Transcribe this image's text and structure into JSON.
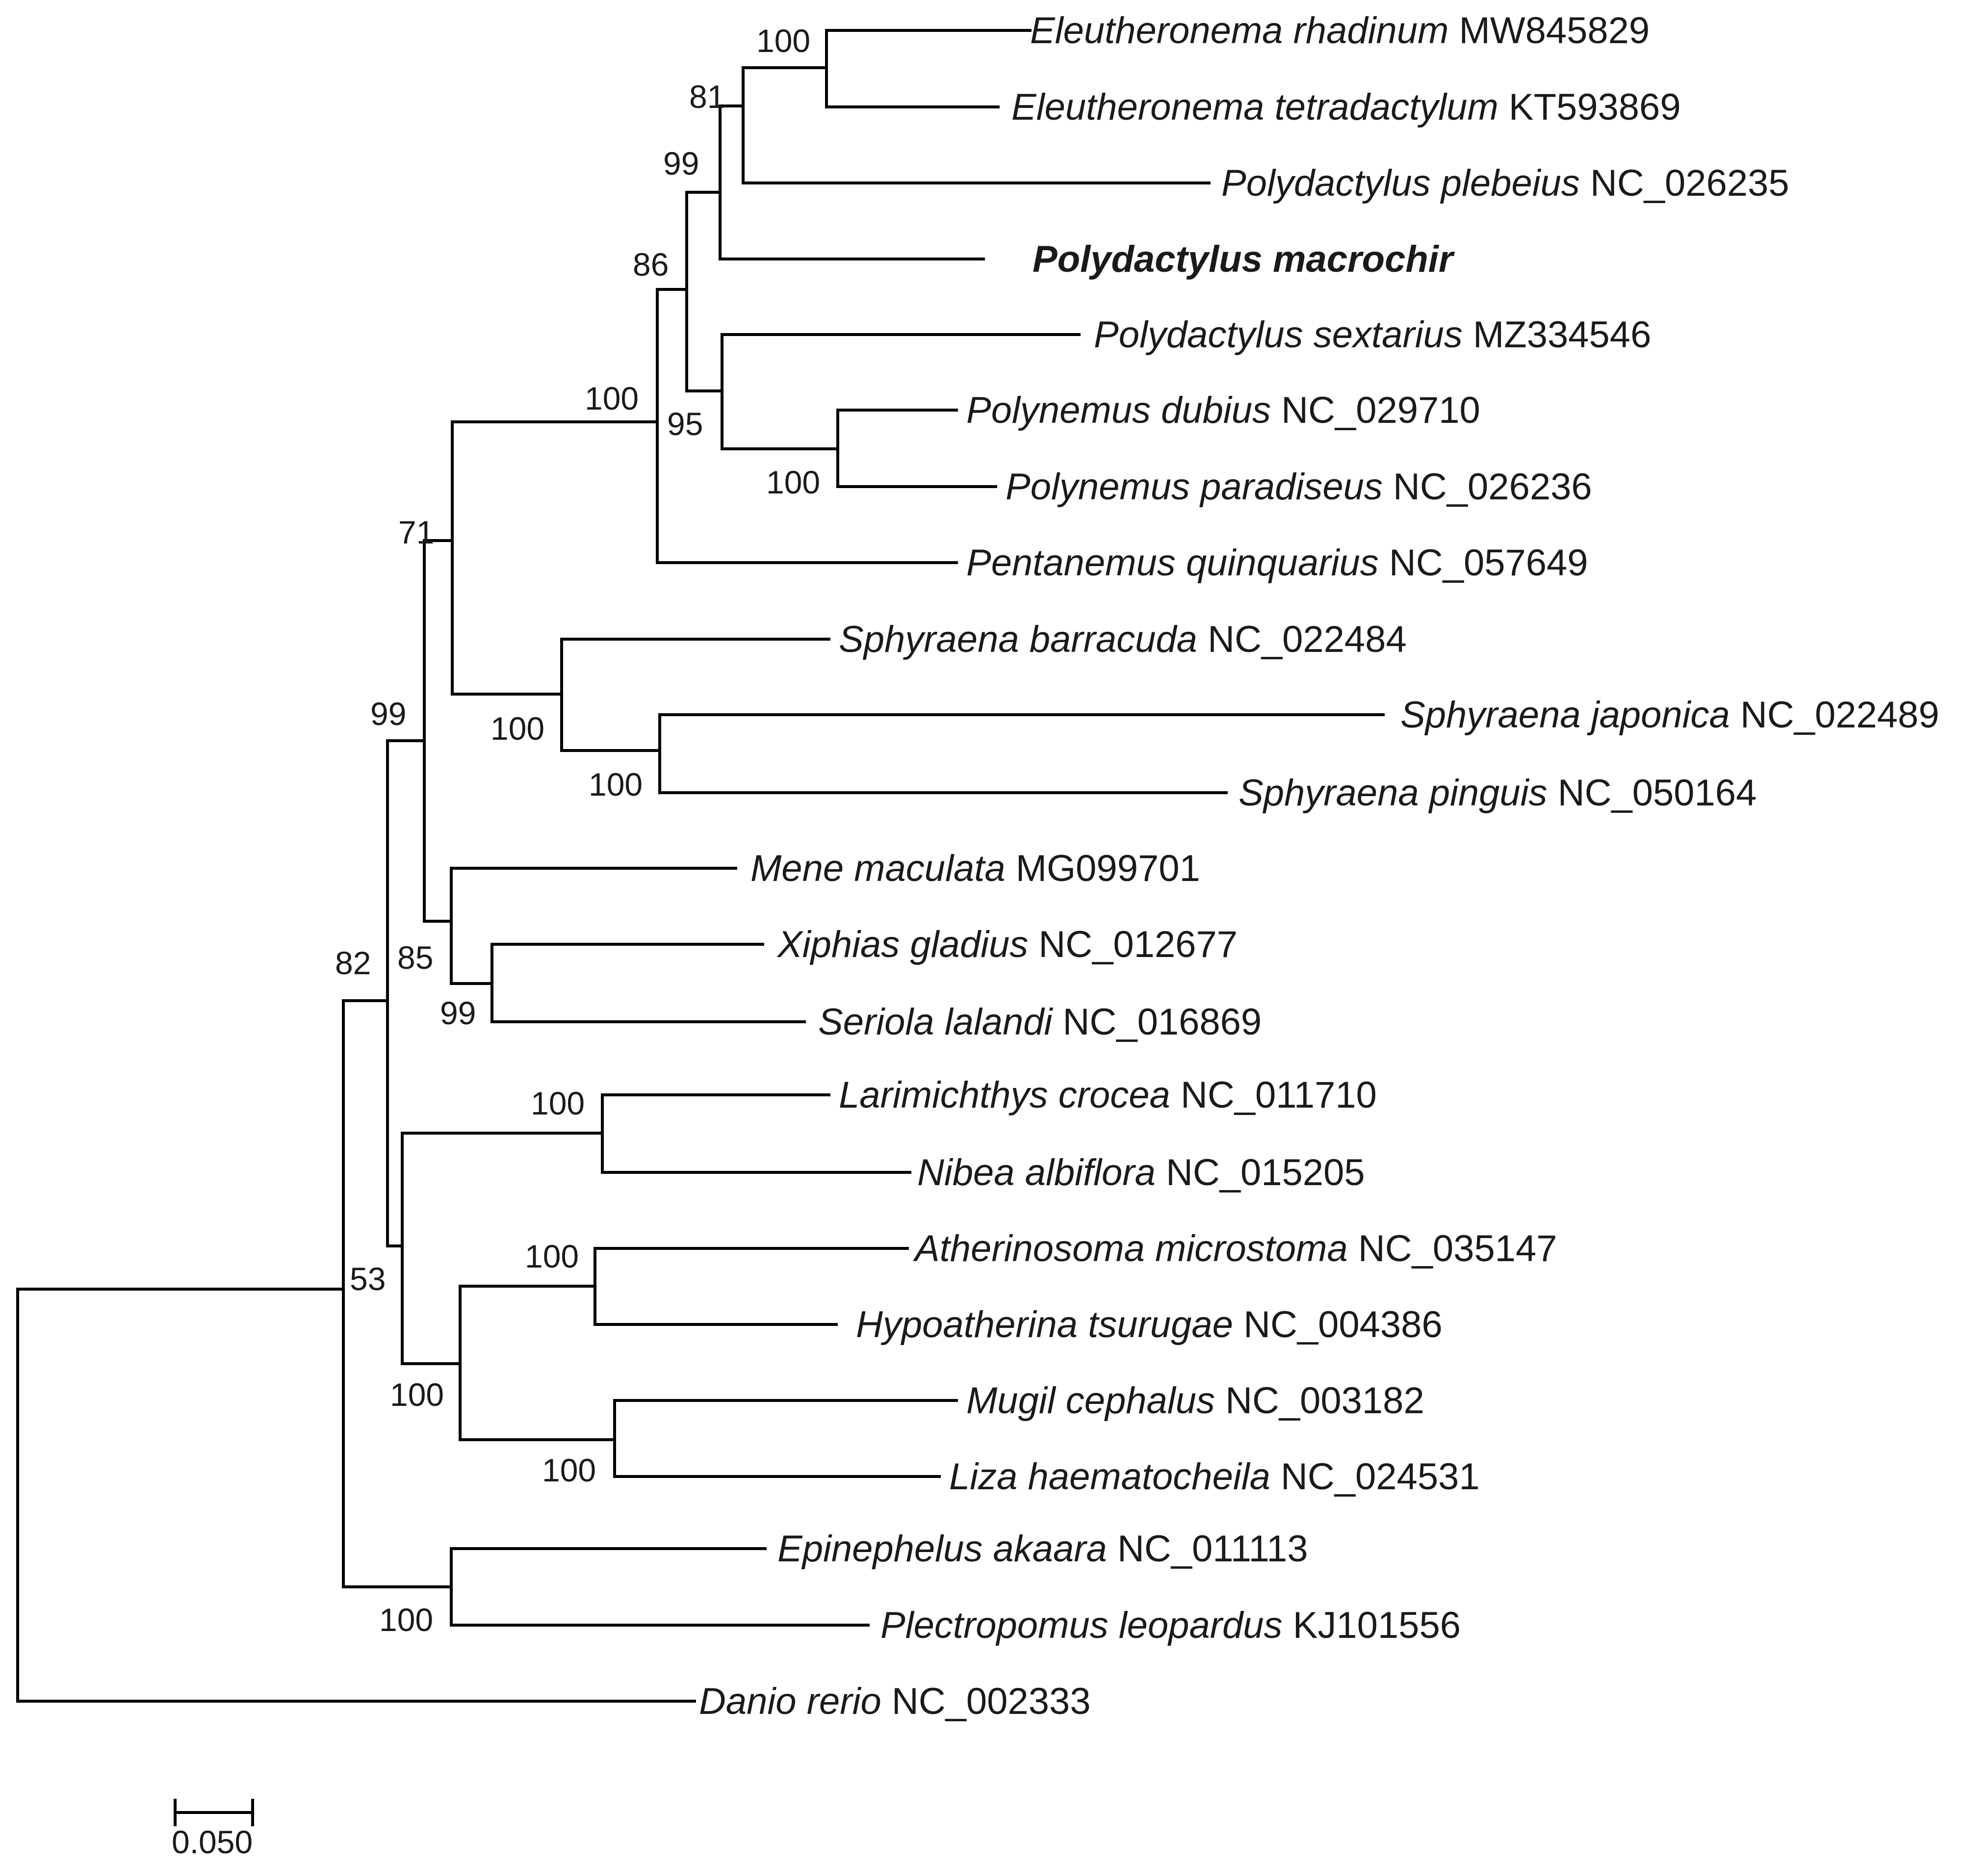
{
  "tree": {
    "type": "phylogenetic_tree",
    "scale_bar": {
      "label": "0.050"
    },
    "taxa": [
      {
        "id": "t1",
        "species": "Eleutheronema rhadinum",
        "accession": "MW845829",
        "bold": false
      },
      {
        "id": "t2",
        "species": "Eleutheronema tetradactylum",
        "accession": "KT593869",
        "bold": false
      },
      {
        "id": "t3",
        "species": "Polydactylus plebeius",
        "accession": "NC_026235",
        "bold": false
      },
      {
        "id": "t4",
        "species": "Polydactylus macrochir",
        "accession": "",
        "bold": true
      },
      {
        "id": "t5",
        "species": "Polydactylus sextarius",
        "accession": "MZ334546",
        "bold": false
      },
      {
        "id": "t6",
        "species": "Polynemus dubius",
        "accession": "NC_029710",
        "bold": false
      },
      {
        "id": "t7",
        "species": "Polynemus paradiseus",
        "accession": "NC_026236",
        "bold": false
      },
      {
        "id": "t8",
        "species": "Pentanemus quinquarius",
        "accession": "NC_057649",
        "bold": false
      },
      {
        "id": "t9",
        "species": "Sphyraena barracuda",
        "accession": "NC_022484",
        "bold": false
      },
      {
        "id": "t10",
        "species": "Sphyraena japonica",
        "accession": "NC_022489",
        "bold": false
      },
      {
        "id": "t11",
        "species": "Sphyraena pinguis",
        "accession": "NC_050164",
        "bold": false
      },
      {
        "id": "t12",
        "species": "Mene maculata",
        "accession": "MG099701",
        "bold": false
      },
      {
        "id": "t13",
        "species": "Xiphias gladius",
        "accession": "NC_012677",
        "bold": false
      },
      {
        "id": "t14",
        "species": "Seriola lalandi",
        "accession": "NC_016869",
        "bold": false
      },
      {
        "id": "t15",
        "species": "Larimichthys crocea",
        "accession": "NC_011710",
        "bold": false
      },
      {
        "id": "t16",
        "species": "Nibea albiflora",
        "accession": "NC_015205",
        "bold": false
      },
      {
        "id": "t17",
        "species": "Atherinosoma microstoma",
        "accession": "NC_035147",
        "bold": false
      },
      {
        "id": "t18",
        "species": "Hypoatherina tsurugae",
        "accession": "NC_004386",
        "bold": false
      },
      {
        "id": "t19",
        "species": "Mugil cephalus",
        "accession": "NC_003182",
        "bold": false
      },
      {
        "id": "t20",
        "species": "Liza haematocheila",
        "accession": "NC_024531",
        "bold": false
      },
      {
        "id": "t21",
        "species": "Epinephelus akaara",
        "accession": "NC_011113",
        "bold": false
      },
      {
        "id": "t22",
        "species": "Plectropomus leopardus",
        "accession": "KJ101556",
        "bold": false
      },
      {
        "id": "t23",
        "species": "Danio rerio",
        "accession": "NC_002333",
        "bold": false
      }
    ],
    "bootstrap": [
      {
        "node": "eleutheronema",
        "value": "100"
      },
      {
        "node": "eleu_plebeius",
        "value": "81"
      },
      {
        "node": "with_macrochir",
        "value": "99"
      },
      {
        "node": "polydactylus_polynemus",
        "value": "86"
      },
      {
        "node": "sextarius_polynemus",
        "value": "95"
      },
      {
        "node": "polynemus",
        "value": "100"
      },
      {
        "node": "polynemidae",
        "value": "100"
      },
      {
        "node": "polynemidae_sphyraena",
        "value": "71"
      },
      {
        "node": "sphyraena",
        "value": "100"
      },
      {
        "node": "sphyraena_jp",
        "value": "100"
      },
      {
        "node": "ingroup_top",
        "value": "99"
      },
      {
        "node": "mene_group",
        "value": "85"
      },
      {
        "node": "xiphias_seriola",
        "value": "99"
      },
      {
        "node": "sciaenidae",
        "value": "100"
      },
      {
        "node": "percomorph",
        "value": "82"
      },
      {
        "node": "sciaenid_athermugil",
        "value": "53"
      },
      {
        "node": "atherinidae",
        "value": "100"
      },
      {
        "node": "ather_mugil",
        "value": "100"
      },
      {
        "node": "mugilidae",
        "value": "100"
      },
      {
        "node": "serranidae",
        "value": "100"
      }
    ]
  }
}
